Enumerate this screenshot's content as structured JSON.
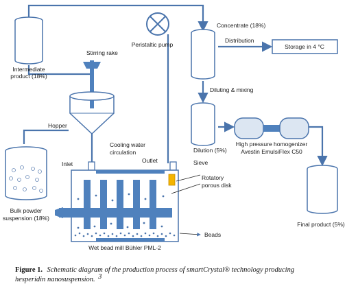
{
  "labels": {
    "intermediate": [
      "Intermediate",
      "product (18%)"
    ],
    "peristaltic_pump": "Peristaltic pump",
    "concentrate": "Concentrate (18%)",
    "distribution": "Distribution",
    "storage": "Storage in 4 °C",
    "stirring_rake": "Stirring rake",
    "hopper": "Hopper",
    "diluting_mixing": "Diluting & mixing",
    "dilution": "Dilution (5%)",
    "homogenizer": [
      "High pressure homogenizer",
      "Avestin EmulsiFlex C50"
    ],
    "cooling_water": [
      "Cooling water",
      "circulation"
    ],
    "outlet": "Outlet",
    "sieve": "Sieve",
    "inlet": "Inlet",
    "rotatory_disk": [
      "Rotatory",
      "porous disk"
    ],
    "bulk_powder": [
      "Bulk powder",
      "suspension (18%)"
    ],
    "final_product": "Final product  (5%)",
    "beads": "Beads",
    "mill": "Wet bead mill Bühler PML-2"
  },
  "caption": {
    "figure": "Figure 1.",
    "text_line1": "Schematic diagram of the production process of smartCrystal® technology producing",
    "text_line2": "hesperidin nanosuspension.",
    "ref": "3"
  },
  "colors": {
    "line": "#4a74ac",
    "fill": "#4f81bd",
    "dark": "#2f5597",
    "sieve": "#f4b400"
  }
}
